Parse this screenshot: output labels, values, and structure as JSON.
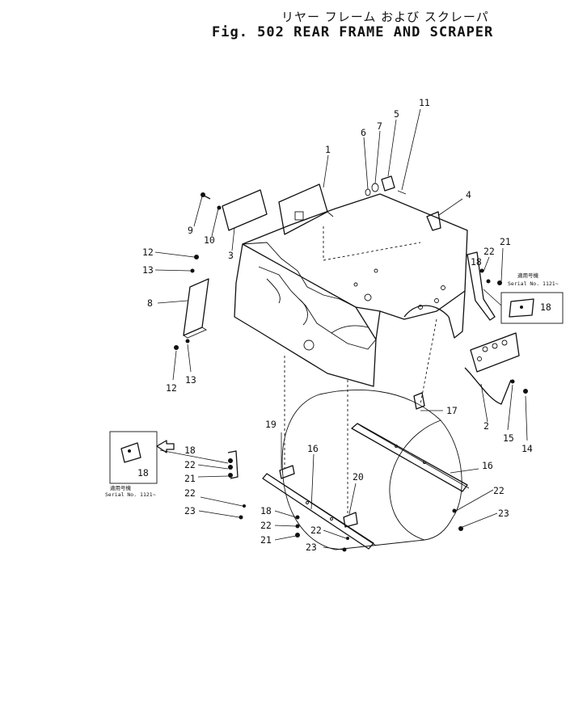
{
  "title": {
    "japanese": "リヤー フレーム および スクレーパ",
    "english": "Fig. 502   REAR FRAME AND SCRAPER"
  },
  "insets": [
    {
      "jp": "適用号機",
      "serial": "Serial No. 1121~",
      "part": "18"
    },
    {
      "jp": "適用号機",
      "serial": "Serial No. 1121~",
      "part": "18"
    }
  ],
  "callouts": [
    {
      "id": "c11",
      "text": "11"
    },
    {
      "id": "c5",
      "text": "5"
    },
    {
      "id": "c7",
      "text": "7"
    },
    {
      "id": "c6",
      "text": "6"
    },
    {
      "id": "c1",
      "text": "1"
    },
    {
      "id": "c4",
      "text": "4"
    },
    {
      "id": "c9",
      "text": "9"
    },
    {
      "id": "c10",
      "text": "10"
    },
    {
      "id": "c3",
      "text": "3"
    },
    {
      "id": "c12a",
      "text": "12"
    },
    {
      "id": "c13a",
      "text": "13"
    },
    {
      "id": "c8",
      "text": "8"
    },
    {
      "id": "c12b",
      "text": "12"
    },
    {
      "id": "c13b",
      "text": "13"
    },
    {
      "id": "c22a",
      "text": "22"
    },
    {
      "id": "c21a",
      "text": "21"
    },
    {
      "id": "c18a",
      "text": "18"
    },
    {
      "id": "c2",
      "text": "2"
    },
    {
      "id": "c15",
      "text": "15"
    },
    {
      "id": "c14",
      "text": "14"
    },
    {
      "id": "c17",
      "text": "17"
    },
    {
      "id": "c16a",
      "text": "16"
    },
    {
      "id": "c19",
      "text": "19"
    },
    {
      "id": "c16b",
      "text": "16"
    },
    {
      "id": "c18b",
      "text": "18"
    },
    {
      "id": "c22b",
      "text": "22"
    },
    {
      "id": "c21b",
      "text": "21"
    },
    {
      "id": "c22c",
      "text": "22"
    },
    {
      "id": "c23a",
      "text": "23"
    },
    {
      "id": "c20",
      "text": "20"
    },
    {
      "id": "c18c",
      "text": "18"
    },
    {
      "id": "c22d",
      "text": "22"
    },
    {
      "id": "c21c",
      "text": "21"
    },
    {
      "id": "c22e",
      "text": "22"
    },
    {
      "id": "c23b",
      "text": "23"
    },
    {
      "id": "c22f",
      "text": "22"
    },
    {
      "id": "c23c",
      "text": "23"
    }
  ]
}
